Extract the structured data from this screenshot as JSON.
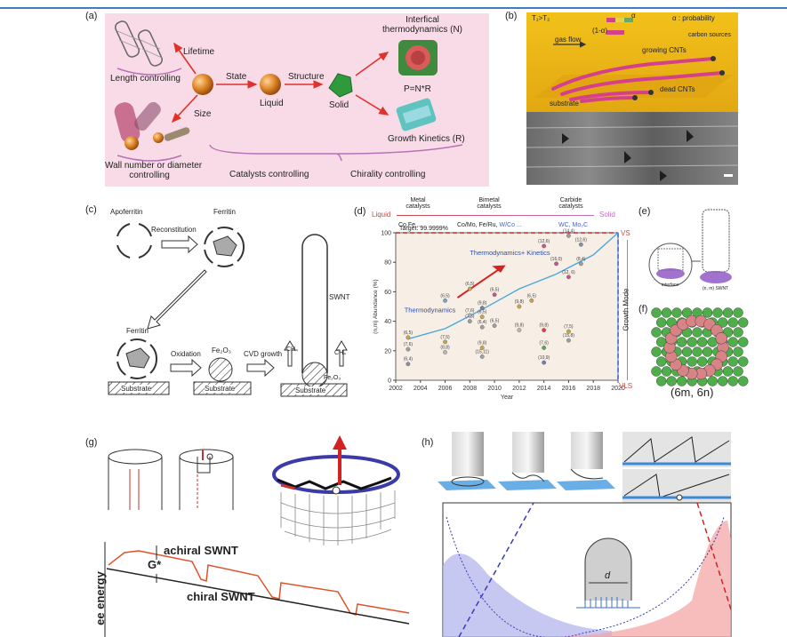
{
  "panels": {
    "a": {
      "label": "(a)",
      "lifetime": "Lifetime",
      "length_controlling": "Length controlling",
      "size": "Size",
      "wall_number_line1": "Wall number or diameter",
      "wall_number_line2": "controlling",
      "state": "State",
      "structure": "Structure",
      "liquid": "Liquid",
      "solid": "Solid",
      "thermo_line1": "Interfical",
      "thermo_line2": "thermodynamics (N)",
      "formula": "P=N*R",
      "kinetics": "Growth Kinetics (R)",
      "catalysts_controlling": "Catalysts controlling",
      "chirality_controlling": "Chirality controlling"
    },
    "b": {
      "label": "(b)",
      "temp": "T₁>T₂",
      "alpha": "α",
      "one_minus_alpha": "(1-α)",
      "probability": "α : probability",
      "gas_flow": "gas flow",
      "carbon_sources": "carbon sources",
      "growing_cnts": "growing CNTs",
      "dead_cnts": "dead CNTs",
      "substrate": "substrate"
    },
    "c": {
      "label": "(c)",
      "apoferritin": "Apoferritin",
      "ferritin_top": "Ferritin",
      "reconstitution": "Reconstitution",
      "ferritin_bottom": "Ferritin",
      "oxidation": "Oxidation",
      "fe2o3": "Fe₂O₃",
      "cvd_growth": "CVD growth",
      "swnt": "SWNT",
      "ch4_left": "CH₄",
      "ch4_right": "CH₄",
      "fe2o3_small": "Fe₂O₃",
      "substrate": "Substrate"
    },
    "d": {
      "label": "(d)",
      "metal_line1": "Metal",
      "metal_line2": "catalysts",
      "bimetal_line1": "Bimetal",
      "bimetal_line2": "catalysts",
      "carbide_line1": "Carbide",
      "carbide_line2": "catalysts",
      "liquid": "Liquid",
      "solid": "Solid",
      "metals": "Co,Fe ...",
      "bimetals": "Co/Mo, Fe/Ru, ",
      "bimetals_blue": "W/Co ...",
      "carbides": "WC, Mo₂C",
      "vs": "VS",
      "vls": "VLS",
      "growth_mode": "Growth Mode"
    },
    "e": {
      "label": "(e)",
      "interface": "interface",
      "nm_swnt": "(n, m) SWNT"
    },
    "f": {
      "label": "(f)",
      "caption": "(6m, 6n)"
    },
    "g": {
      "label": "(g)",
      "achiral": "achiral SWNT",
      "gstar": "G*",
      "chiral": "chiral SWNT",
      "axis": "ee energy"
    },
    "h": {
      "label": "(h)",
      "d": "d"
    }
  },
  "chart_data": {
    "type": "scatter",
    "title": "",
    "xlabel": "Year",
    "ylabel": "(n,m) Abundance (%)",
    "xlim": [
      2002,
      2020
    ],
    "ylim": [
      0,
      100
    ],
    "xticks": [
      2002,
      2004,
      2006,
      2008,
      2010,
      2012,
      2014,
      2016,
      2018,
      2020
    ],
    "yticks": [
      0,
      20,
      40,
      60,
      80,
      100
    ],
    "target_label": "Target: 99.9999%",
    "target_value": 99.9999,
    "annotations": [
      "Thermodynamics+ Kinetics",
      "Thermodynamics"
    ],
    "trend": {
      "x": [
        2003,
        2006,
        2009,
        2012,
        2015,
        2018,
        2020
      ],
      "y": [
        28,
        35,
        48,
        62,
        72,
        85,
        100
      ]
    },
    "points": [
      {
        "x": 2003,
        "y": 29,
        "label": "(6,5)",
        "color": "#c8a64a"
      },
      {
        "x": 2003,
        "y": 21,
        "label": "(7,6)",
        "color": "#9aa0a6"
      },
      {
        "x": 2003,
        "y": 11,
        "label": "(6,4)",
        "color": "#8a8fb0"
      },
      {
        "x": 2006,
        "y": 54,
        "label": "(6,5)",
        "color": "#6fa8c9"
      },
      {
        "x": 2006,
        "y": 26,
        "label": "(7,5)",
        "color": "#c9a84c"
      },
      {
        "x": 2006,
        "y": 19,
        "label": "(8,8)",
        "color": "#b9b9b9"
      },
      {
        "x": 2008,
        "y": 62,
        "label": "(6,5)",
        "color": "#c8a64a"
      },
      {
        "x": 2008,
        "y": 40,
        "label": "(7,5)",
        "color": "#9aa0a6"
      },
      {
        "x": 2008,
        "y": 44,
        "label": "(7,6)",
        "color": "#a8b4c4"
      },
      {
        "x": 2009,
        "y": 49,
        "label": "(9,8)",
        "color": "#6f7fb8"
      },
      {
        "x": 2009,
        "y": 43,
        "label": "(6,5)",
        "color": "#c8a64a"
      },
      {
        "x": 2009,
        "y": 36,
        "label": "(6,4)",
        "color": "#9aa0a6"
      },
      {
        "x": 2009,
        "y": 22,
        "label": "(9,8)",
        "color": "#c8a64a"
      },
      {
        "x": 2009,
        "y": 16,
        "label": "(15,11)",
        "color": "#9aa0a6"
      },
      {
        "x": 2010,
        "y": 58,
        "label": "(6,5)",
        "color": "#c55a8a"
      },
      {
        "x": 2010,
        "y": 37,
        "label": "(6,5)",
        "color": "#9aa0a6"
      },
      {
        "x": 2012,
        "y": 50,
        "label": "(9,8)",
        "color": "#c8a64a"
      },
      {
        "x": 2012,
        "y": 34,
        "label": "(9,8)",
        "color": "#b9b9b9"
      },
      {
        "x": 2013,
        "y": 54,
        "label": "(6,5)",
        "color": "#c8a64a"
      },
      {
        "x": 2014,
        "y": 91,
        "label": "(12,6)",
        "color": "#c55a8a"
      },
      {
        "x": 2014,
        "y": 34,
        "label": "(9,8)",
        "color": "#d04848"
      },
      {
        "x": 2014,
        "y": 22,
        "label": "(7,6)",
        "color": "#63a060"
      },
      {
        "x": 2014,
        "y": 12,
        "label": "(10,9)",
        "color": "#6f7fb8"
      },
      {
        "x": 2015,
        "y": 79,
        "label": "(16,0)",
        "color": "#c55a8a"
      },
      {
        "x": 2016,
        "y": 98,
        "label": "(14,4)",
        "color": "#9aa0a6"
      },
      {
        "x": 2016,
        "y": 70,
        "label": "(12, 6)",
        "color": "#c55a8a"
      },
      {
        "x": 2016,
        "y": 33,
        "label": "(7,5)",
        "color": "#c8a64a"
      },
      {
        "x": 2016,
        "y": 27,
        "label": "(15,8)",
        "color": "#9aa0a6"
      },
      {
        "x": 2017,
        "y": 92,
        "label": "(12,6)",
        "color": "#8a8fb0"
      },
      {
        "x": 2017,
        "y": 79,
        "label": "(8,4)",
        "color": "#9aa0a6"
      }
    ]
  }
}
